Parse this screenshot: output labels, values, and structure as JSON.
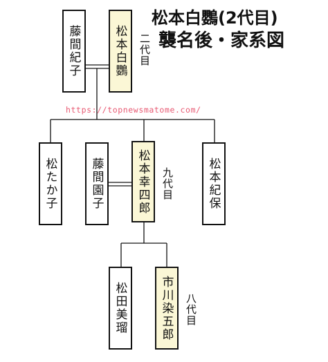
{
  "title": {
    "line1": "松本白鸚(2代目)",
    "line2": "襲名後・家系図"
  },
  "watermark": "https://topnewsmatome.com/",
  "colors": {
    "highlight": "#fbf7d6",
    "line": "#111111",
    "watermark": "#e85a73"
  },
  "people": {
    "fujima_noriko": "藤間紀子",
    "matsumoto_hakuou": "松本白鸚",
    "matsu_takako": "松たか子",
    "fujima_sonoko": "藤間園子",
    "matsumoto_koshiro": "松本幸四郎",
    "matsumoto_kiho": "松本紀保",
    "matsuda_mirui": "松田美瑠",
    "ichikawa_somegoro": "市川染五郎"
  },
  "generations": {
    "hakuou": "二代目",
    "koshiro": "九代目",
    "somegoro": "八代目"
  }
}
